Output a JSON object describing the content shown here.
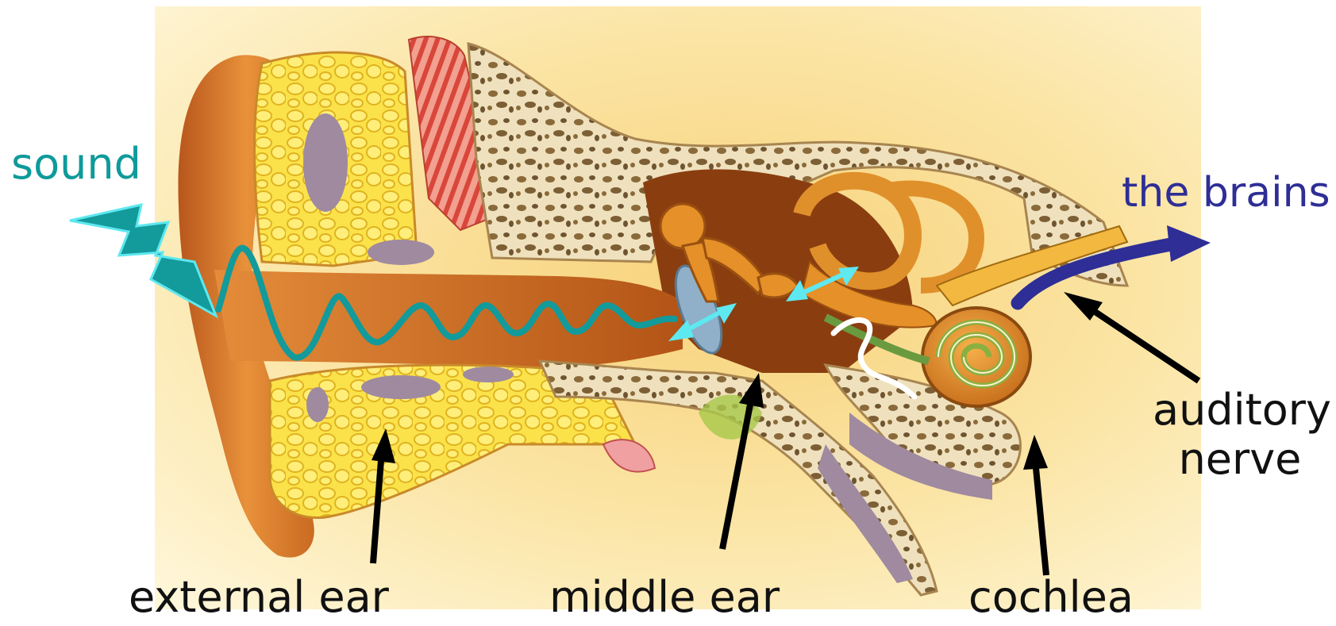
{
  "labels": {
    "sound": "sound",
    "the_brains": "the brains",
    "auditory_nerve_line1": "auditory",
    "auditory_nerve_line2": "nerve",
    "external_ear": "external ear",
    "middle_ear": "middle ear",
    "cochlea": "cochlea"
  },
  "colors": {
    "background_panel": "#fdf3c8",
    "sound_wave": "#139a9a",
    "vibration_arrow": "#5ee8f0",
    "brain_arrow": "#2e2e96",
    "pointer_arrow": "#000000",
    "wave_in_cochlea": "#ffffff"
  },
  "icons": {
    "sound_source": "lightning-bolt-icon"
  }
}
